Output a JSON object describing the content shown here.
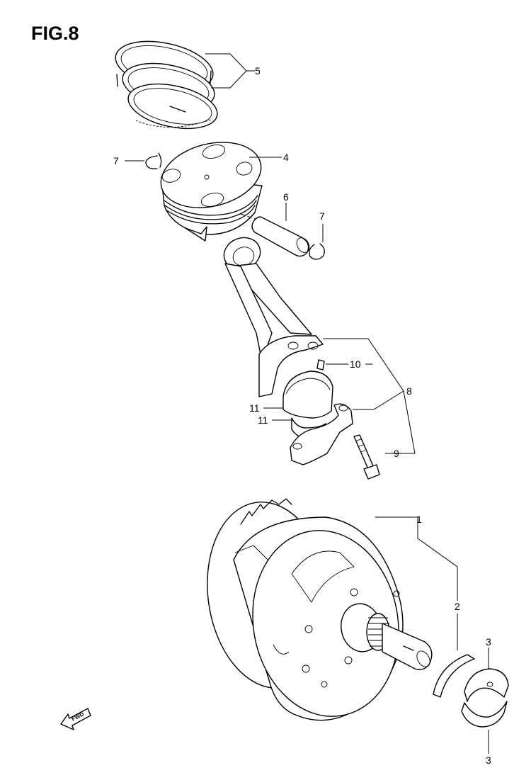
{
  "figure": {
    "title": "FIG.8"
  },
  "callouts": {
    "c1": "1",
    "c2": "2",
    "c3_upper": "3",
    "c3_lower": "3",
    "c4": "4",
    "c5": "5",
    "c6": "6",
    "c7_left": "7",
    "c7_right": "7",
    "c8": "8",
    "c9": "9",
    "c10": "10",
    "c11_upper": "11",
    "c11_lower": "11"
  },
  "direction_badge": {
    "label": "FWD"
  }
}
